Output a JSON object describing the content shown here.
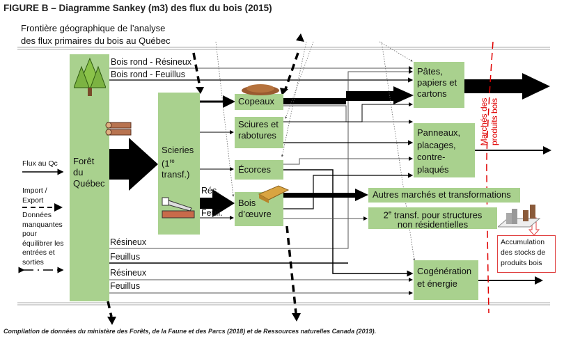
{
  "title": "FIGURE B – Diagramme Sankey (m3) des flux du bois (2015)",
  "boundary": [
    "Frontière géographique de l’analyse",
    "des flux primaires du bois au Québec"
  ],
  "nodes": {
    "foret": [
      "Forêt",
      "du",
      "Québec"
    ],
    "scieries": [
      "Scieries",
      "(1",
      "re",
      "transf.)"
    ],
    "copeaux": "Copeaux",
    "sciures": [
      "Sciures et",
      "rabotures"
    ],
    "ecorces": "Écorces",
    "bois_oeuvre": [
      "Bois",
      "d’œuvre"
    ],
    "pates": [
      "Pâtes,",
      "papiers et",
      "cartons"
    ],
    "panneaux": [
      "Panneaux,",
      "placages,",
      "contre-",
      "plaqués"
    ],
    "autres": "Autres marchés et transformations",
    "deuxieme": [
      "2",
      "e",
      " transf. pour structures",
      "non résidentielles"
    ],
    "cogeneration": [
      "Cogénération",
      "et énergie"
    ]
  },
  "flow_labels": {
    "bois_rond_resineux": "Bois rond - Résineux",
    "bois_rond_feuillus": "Bois rond - Feuillus",
    "res": "Rés.",
    "feuil": "Feuil.",
    "resineux_1": "Résineux",
    "feuillus_1": "Feuillus",
    "resineux_2": "Résineux",
    "feuillus_2": "Feuillus"
  },
  "markets": [
    "Marchés des",
    "produits bois"
  ],
  "accumulation": [
    "Accumulation",
    "des stocks de",
    "produits bois"
  ],
  "legend": {
    "flux": "Flux au Qc",
    "import": [
      "Import /",
      "Export"
    ],
    "missing": [
      "Données",
      "manquantes",
      "pour",
      "équilibrer les",
      "entrées et",
      "sorties"
    ]
  },
  "footer": "Compilation de données du ministère des Forêts, de la Faune et des Parcs (2018) et de Ressources naturelles Canada (2019).",
  "colors": {
    "node": "#a9d18e",
    "market_line": "#e00000",
    "flow": "#000000"
  }
}
